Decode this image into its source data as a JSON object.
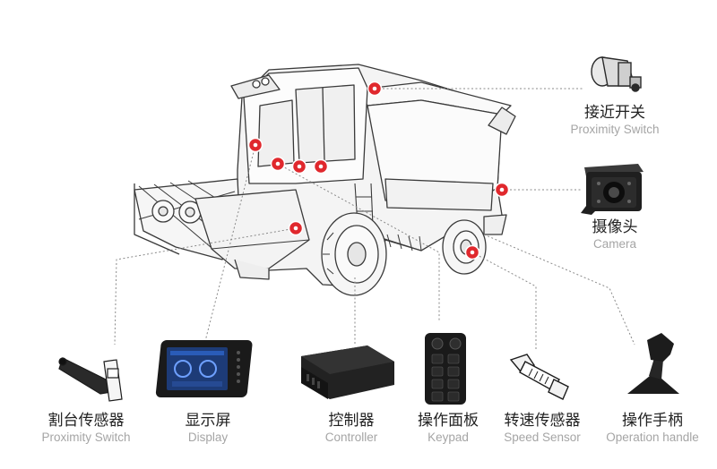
{
  "components": {
    "proximity_switch_top": {
      "cn": "接近开关",
      "en": "Proximity Switch"
    },
    "camera": {
      "cn": "摄像头",
      "en": "Camera"
    },
    "header_proximity_switch": {
      "cn": "割台传感器",
      "en": "Proximity Switch"
    },
    "display": {
      "cn": "显示屏",
      "en": "Display"
    },
    "controller": {
      "cn": "控制器",
      "en": "Controller"
    },
    "keypad": {
      "cn": "操作面板",
      "en": "Keypad"
    },
    "speed_sensor": {
      "cn": "转速传感器",
      "en": "Speed Sensor"
    },
    "operation_handle": {
      "cn": "操作手柄",
      "en": "Operation handle"
    }
  },
  "colors": {
    "marker": "#e0282d",
    "line": "#8a8a8a",
    "outline": "#3a3a3a",
    "device": "#1c1c1c",
    "secondary_text": "#a5a5a5"
  }
}
